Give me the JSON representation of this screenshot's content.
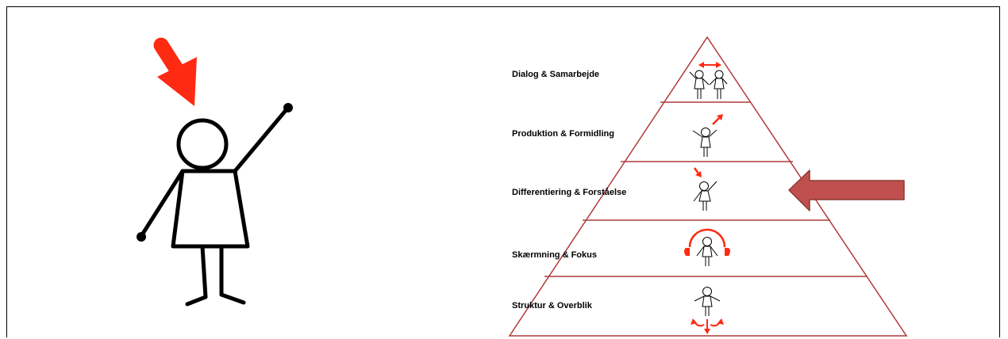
{
  "pyramid": {
    "levels": [
      {
        "id": "dialog",
        "label": "Dialog & Samarbejde"
      },
      {
        "id": "produktion",
        "label": "Produktion & Formidling"
      },
      {
        "id": "differentiering",
        "label": "Differentiering & Forståelse"
      },
      {
        "id": "skaermning",
        "label": "Skærmning & Fokus"
      },
      {
        "id": "struktur",
        "label": "Struktur & Overblik"
      }
    ],
    "highlighted_level": "differentiering"
  },
  "colors": {
    "line": "#000000",
    "pyramid_outline": "#b03a3a",
    "accent_red": "#ff2a12",
    "pointer_arrow_fill": "#c0504d",
    "pointer_arrow_stroke": "#8c3836"
  },
  "icons": {
    "big_figure": "stick-figure-raising-hand",
    "big_arrow": "red-arrow-pointing-at-head"
  }
}
